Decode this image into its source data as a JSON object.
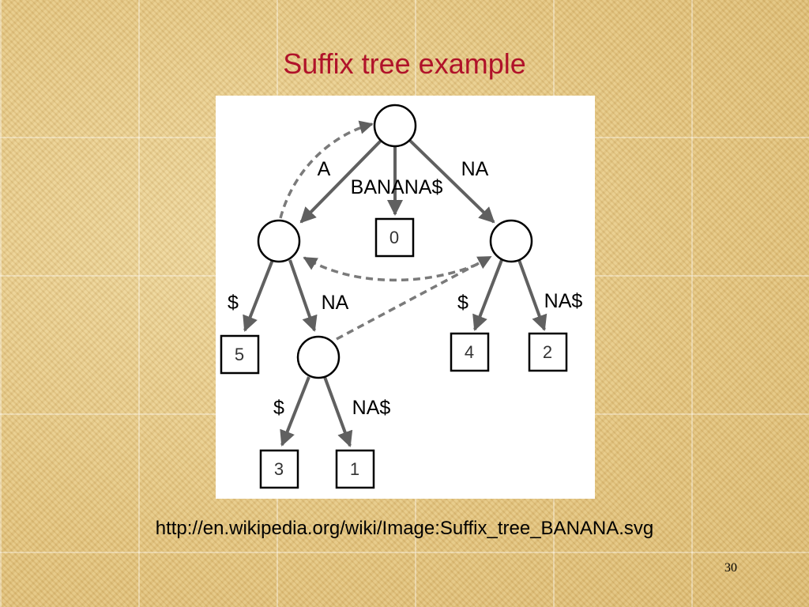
{
  "slide": {
    "title": "Suffix tree example",
    "source_url": "http://en.wikipedia.org/wiki/Image:Suffix_tree_BANANA.svg",
    "page_number": "30",
    "title_color": "#b0122a"
  },
  "diagram": {
    "internal_nodes": [
      "root",
      "A",
      "NA",
      "ANA"
    ],
    "edges": [
      {
        "from": "root",
        "to": "A",
        "label": "A"
      },
      {
        "from": "root",
        "to": "leaf-0",
        "label": "BANANA$"
      },
      {
        "from": "root",
        "to": "NA",
        "label": "NA"
      },
      {
        "from": "A",
        "to": "leaf-5",
        "label": "$"
      },
      {
        "from": "A",
        "to": "ANA",
        "label": "NA"
      },
      {
        "from": "NA",
        "to": "leaf-4",
        "label": "$"
      },
      {
        "from": "NA",
        "to": "leaf-2",
        "label": "NA$"
      },
      {
        "from": "ANA",
        "to": "leaf-3",
        "label": "$"
      },
      {
        "from": "ANA",
        "to": "leaf-1",
        "label": "NA$"
      }
    ],
    "leaves": [
      "0",
      "5",
      "4",
      "2",
      "3",
      "1"
    ],
    "suffix_links": [
      {
        "from": "A",
        "to": "root"
      },
      {
        "from": "NA",
        "to": "A"
      },
      {
        "from": "ANA",
        "to": "NA"
      }
    ]
  }
}
